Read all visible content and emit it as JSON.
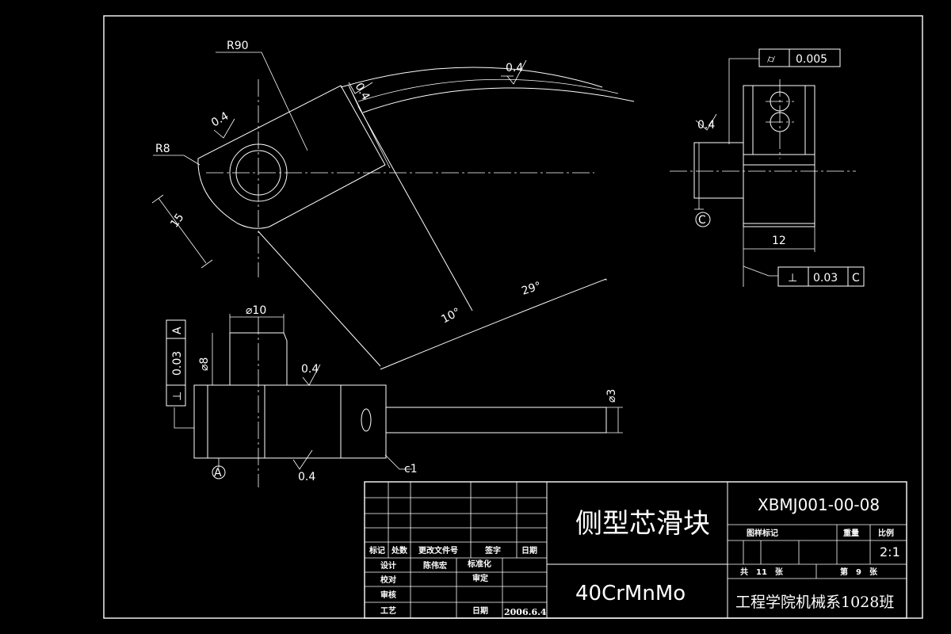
{
  "dimensions": {
    "r90": "R90",
    "r8": "R8",
    "dim15": "15",
    "rough_arc": "0.4",
    "rough_eye": "0.4",
    "rough_top": "0.4",
    "angle29": "29°",
    "angle10": "10°",
    "dia10": "⌀10",
    "dia8": "⌀8",
    "dia3": "⌀3",
    "c1": "c1",
    "rough_bottom": "0.4",
    "rough_shank": "0.4",
    "perp_a_sym": "⊥",
    "perp_a_val": "0.03",
    "perp_a_ref": "A",
    "datum_a": "A",
    "cyl_sym": "⌭",
    "cyl_val": "0.005",
    "rough_side": "0.4",
    "datum_c": "C",
    "dim12": "12",
    "perp_c_sym": "⊥",
    "perp_c_val": "0.03",
    "perp_c_ref": "C"
  },
  "title_block": {
    "part_name": "侧型芯滑块",
    "material": "40CrMnMo",
    "drawing_no": "XBMJ001-00-08",
    "school": "工程学院机械系1028班",
    "rev_headers": [
      "标记",
      "处数",
      "更改文件号",
      "签字",
      "日期"
    ],
    "design_label": "设计",
    "designer": "陈伟宏",
    "standard_label": "标准化",
    "check_label": "校对",
    "review_label": "审定",
    "audit_label": "审核",
    "process_label": "工艺",
    "date_label": "日期",
    "date_value": "2006.6.4",
    "stage_label": "图样标记",
    "weight_label": "重量",
    "scale_label": "比例",
    "scale_value": "2:1",
    "sheets_total": "共　11　张",
    "sheet_current": "第　9　张"
  }
}
